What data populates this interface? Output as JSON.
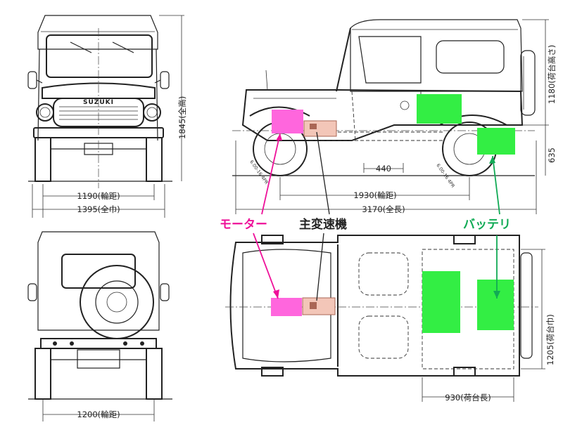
{
  "dimensions": {
    "front_tread": "1190(輪距)",
    "overall_width": "1395(全巾)",
    "overall_height": "1845(全高)",
    "side_440": "440",
    "wheelbase": "1930(輪距)",
    "overall_length": "3170(全長)",
    "bed_height": "1180(荷台高さ)",
    "ground_635": "635",
    "rear_tread": "1200(輪距)",
    "bed_width": "1205(荷台巾)",
    "bed_length": "930(荷台長)"
  },
  "callouts": {
    "motor": "モーター",
    "transmission": "主変速機",
    "battery": "バッテリ"
  },
  "vehicle": {
    "grille_badge": "SUZUKI",
    "tire_size_front": "6.00-16 4PR",
    "tire_size_rear": "6.00-16 4PR"
  },
  "colors": {
    "motor": "#ff66dd",
    "motor_label": "#ee1199",
    "battery": "#33ee44",
    "battery_label": "#11aa55"
  }
}
